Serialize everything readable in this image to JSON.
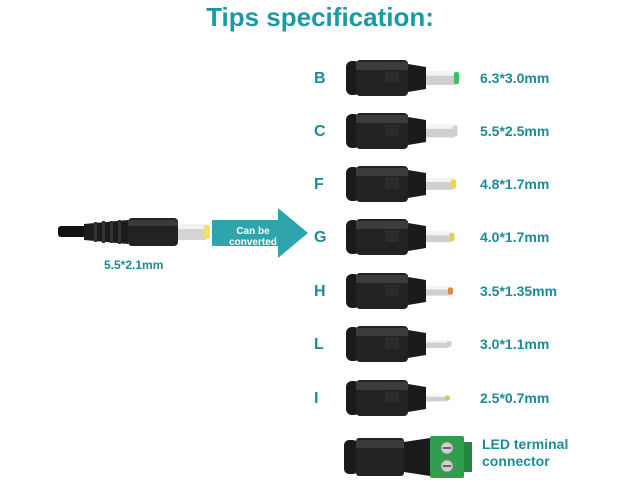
{
  "title": "Tips specification:",
  "source": {
    "size_label": "5.5*2.1mm",
    "arrow_label": "Can be converted"
  },
  "tips": [
    {
      "letter": "B",
      "spec": "6.3*3.0mm",
      "tip_color": "#3fbf5a"
    },
    {
      "letter": "C",
      "spec": "5.5*2.5mm",
      "tip_color": "#cfcfcf"
    },
    {
      "letter": "F",
      "spec": "4.8*1.7mm",
      "tip_color": "#f2d34a"
    },
    {
      "letter": "G",
      "spec": "4.0*1.7mm",
      "tip_color": "#e8c85a"
    },
    {
      "letter": "H",
      "spec": "3.5*1.35mm",
      "tip_color": "#e08a3a"
    },
    {
      "letter": "L",
      "spec": "3.0*1.1mm",
      "tip_color": "#cfcfcf"
    },
    {
      "letter": "I",
      "spec": "2.5*0.7mm",
      "tip_color": "#d9c070"
    }
  ],
  "led": {
    "line1": "LED  terminal",
    "line2": "connector"
  },
  "colors": {
    "accent": "#1a9aa5",
    "arrow": "#2ea4ad",
    "plug_body": "#1a1a1a"
  }
}
